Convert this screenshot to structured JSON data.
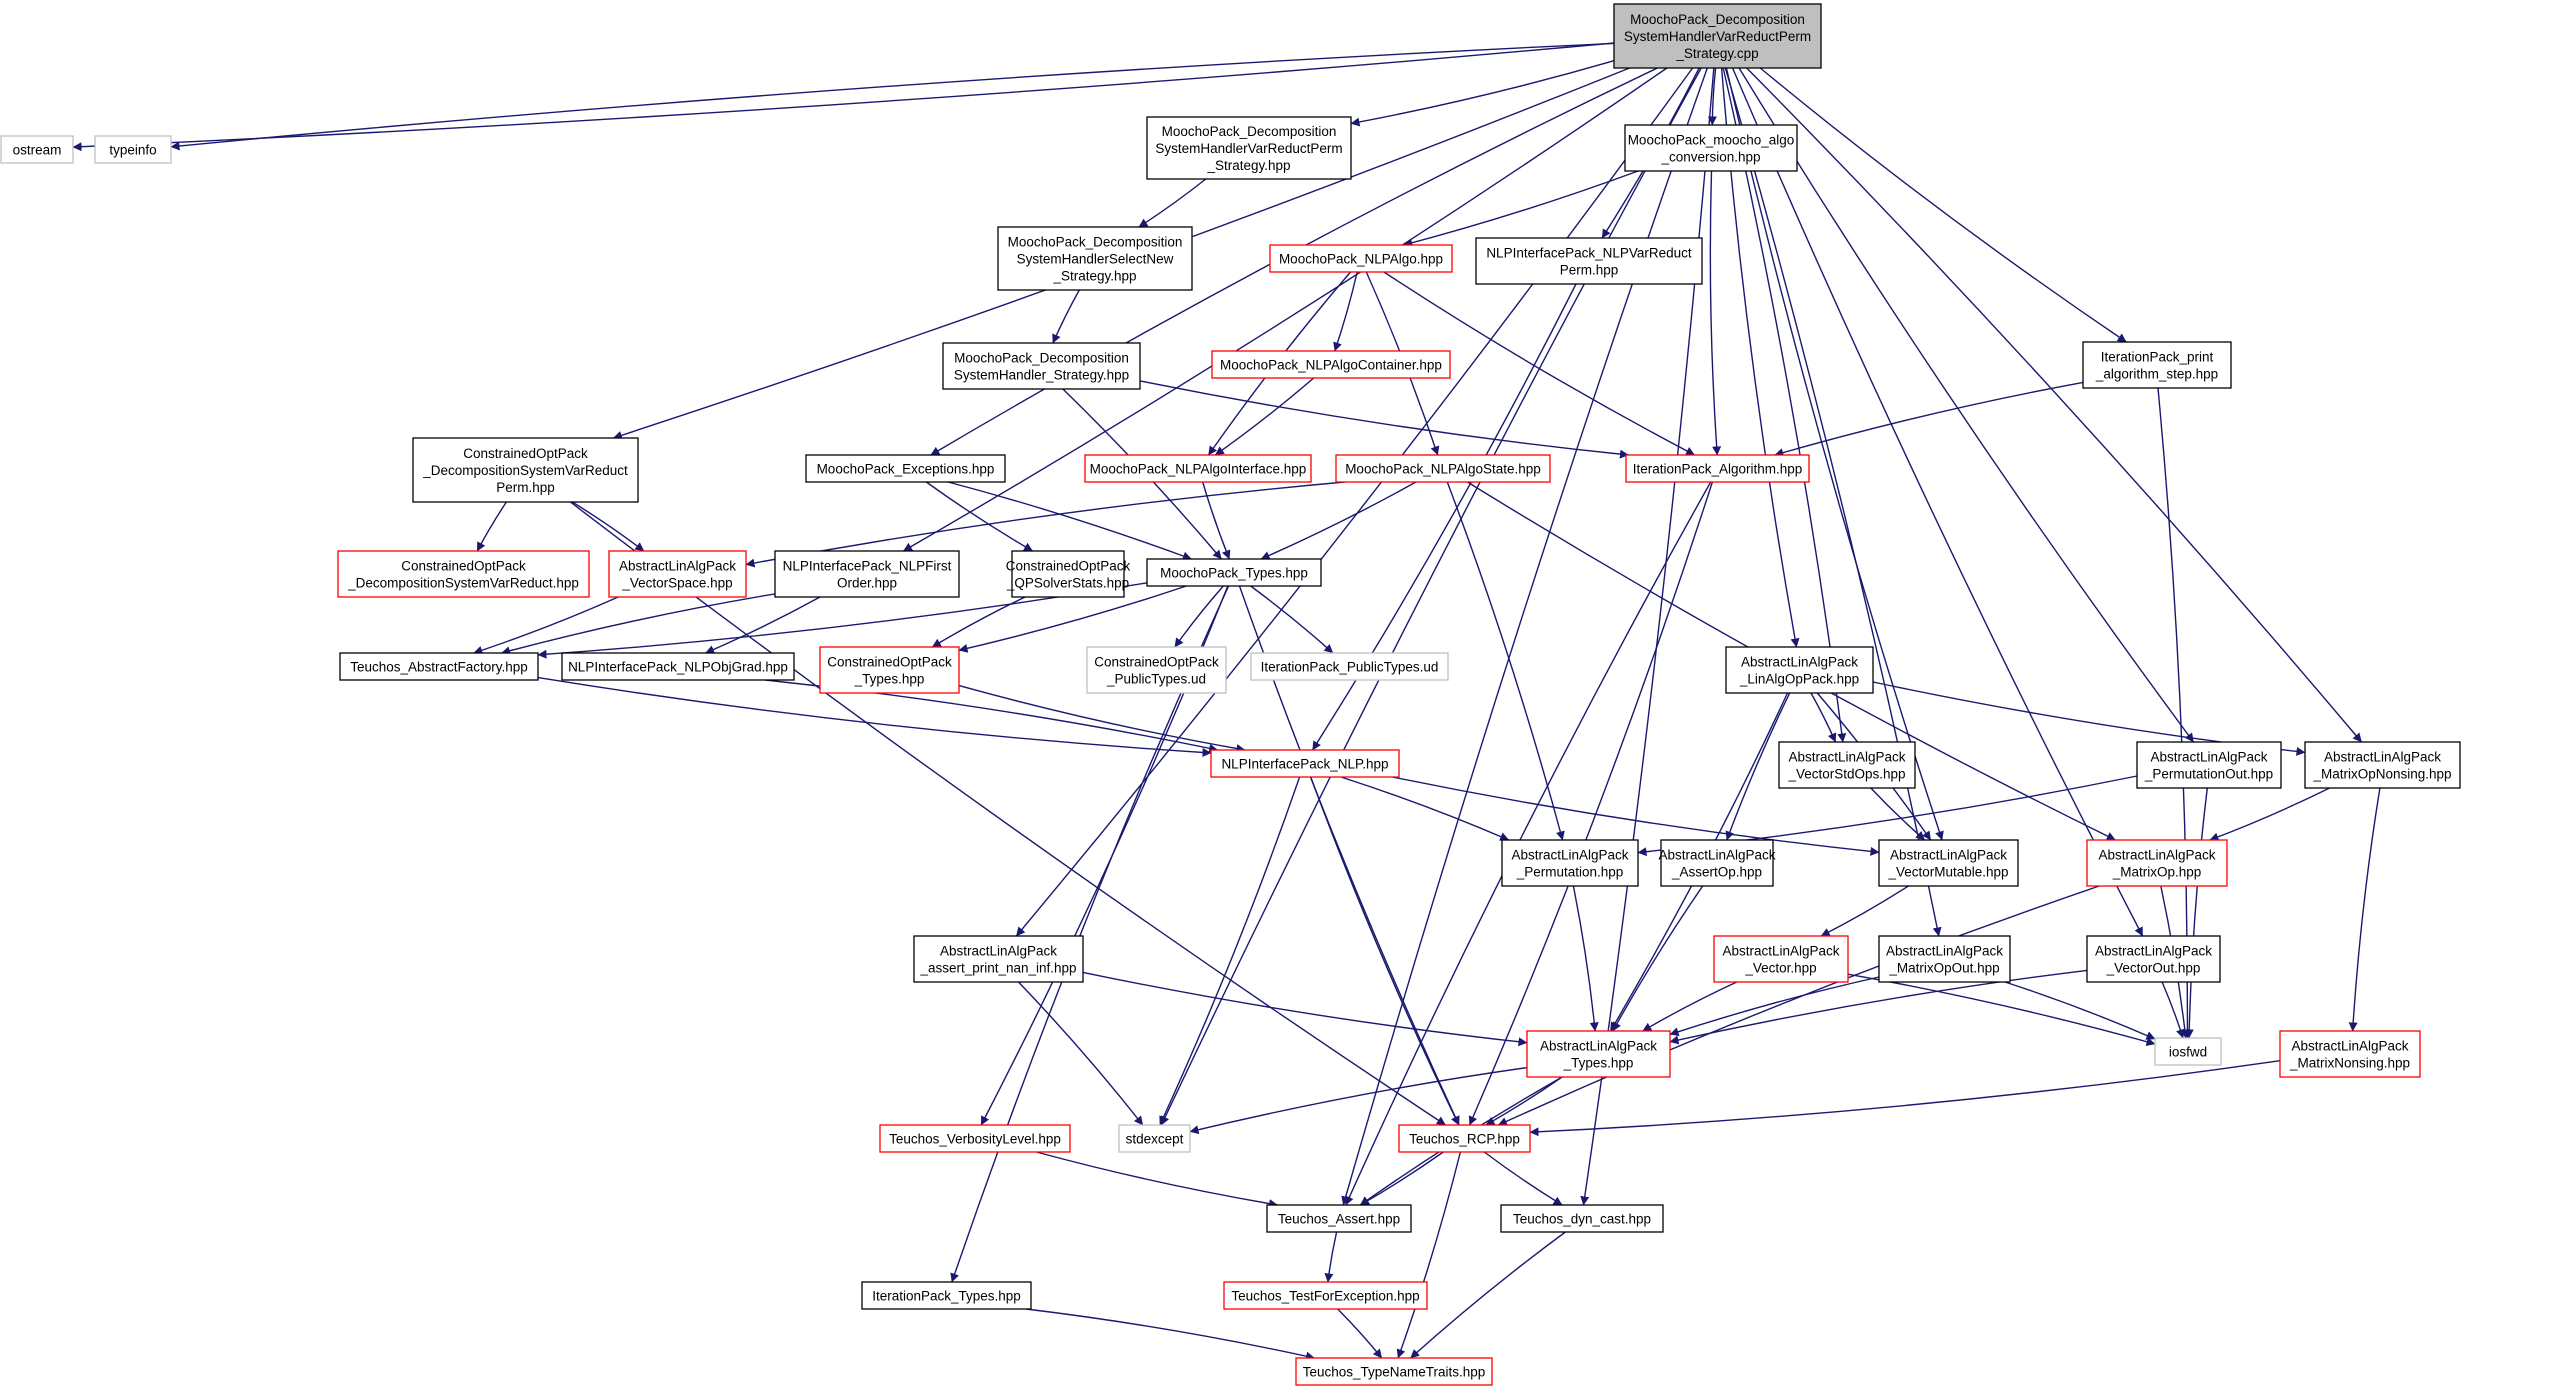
{
  "colors": {
    "edge": "#191970",
    "root_fill": "#bfbfbf",
    "normal_border": "#000000",
    "red_border": "#ff0000",
    "system_border": "#bfbfbf"
  },
  "nodes": {
    "root": {
      "lines": [
        "MoochoPack_Decomposition",
        "SystemHandlerVarReductPerm",
        "_Strategy.cpp"
      ],
      "style": "root"
    },
    "ostream": {
      "lines": [
        "ostream"
      ],
      "style": "system"
    },
    "typeinfo": {
      "lines": [
        "typeinfo"
      ],
      "style": "system"
    },
    "dsvrp_hpp": {
      "lines": [
        "MoochoPack_Decomposition",
        "SystemHandlerVarReductPerm",
        "_Strategy.hpp"
      ],
      "style": "normal"
    },
    "moocho_algo_conv": {
      "lines": [
        "MoochoPack_moocho_algo",
        "_conversion.hpp"
      ],
      "style": "normal"
    },
    "dshsn": {
      "lines": [
        "MoochoPack_Decomposition",
        "SystemHandlerSelectNew",
        "_Strategy.hpp"
      ],
      "style": "normal"
    },
    "nlpalgo": {
      "lines": [
        "MoochoPack_NLPAlgo.hpp"
      ],
      "style": "red"
    },
    "nlpvarreductperm": {
      "lines": [
        "NLPInterfacePack_NLPVarReduct",
        "Perm.hpp"
      ],
      "style": "normal"
    },
    "dsh_strategy": {
      "lines": [
        "MoochoPack_Decomposition",
        "SystemHandler_Strategy.hpp"
      ],
      "style": "normal"
    },
    "nlpalgocontainer": {
      "lines": [
        "MoochoPack_NLPAlgoContainer.hpp"
      ],
      "style": "red"
    },
    "print_algo_step": {
      "lines": [
        "IterationPack_print",
        "_algorithm_step.hpp"
      ],
      "style": "normal"
    },
    "cop_dsvr_perm": {
      "lines": [
        "ConstrainedOptPack",
        "_DecompositionSystemVarReduct",
        "Perm.hpp"
      ],
      "style": "normal"
    },
    "exceptions": {
      "lines": [
        "MoochoPack_Exceptions.hpp"
      ],
      "style": "normal"
    },
    "nlpalgointerface": {
      "lines": [
        "MoochoPack_NLPAlgoInterface.hpp"
      ],
      "style": "red"
    },
    "nlpalgostate": {
      "lines": [
        "MoochoPack_NLPAlgoState.hpp"
      ],
      "style": "red"
    },
    "iter_algorithm": {
      "lines": [
        "IterationPack_Algorithm.hpp"
      ],
      "style": "red"
    },
    "cop_dsvr": {
      "lines": [
        "ConstrainedOptPack",
        "_DecompositionSystemVarReduct.hpp"
      ],
      "style": "red"
    },
    "vectorspace": {
      "lines": [
        "AbstractLinAlgPack",
        "_VectorSpace.hpp"
      ],
      "style": "red"
    },
    "nlpfirstorder": {
      "lines": [
        "NLPInterfacePack_NLPFirst",
        "Order.hpp"
      ],
      "style": "normal"
    },
    "qpsolverstats": {
      "lines": [
        "ConstrainedOptPack",
        "_QPSolverStats.hpp"
      ],
      "style": "normal"
    },
    "moocho_types": {
      "lines": [
        "MoochoPack_Types.hpp"
      ],
      "style": "normal"
    },
    "abstractfactory": {
      "lines": [
        "Teuchos_AbstractFactory.hpp"
      ],
      "style": "normal"
    },
    "nlpobjgrad": {
      "lines": [
        "NLPInterfacePack_NLPObjGrad.hpp"
      ],
      "style": "normal"
    },
    "cop_types": {
      "lines": [
        "ConstrainedOptPack",
        "_Types.hpp"
      ],
      "style": "red"
    },
    "cop_public_types": {
      "lines": [
        "ConstrainedOptPack",
        "_PublicTypes.ud"
      ],
      "style": "system"
    },
    "iter_public_types": {
      "lines": [
        "IterationPack_PublicTypes.ud"
      ],
      "style": "system"
    },
    "linalgoppack": {
      "lines": [
        "AbstractLinAlgPack",
        "_LinAlgOpPack.hpp"
      ],
      "style": "normal"
    },
    "vectorstdops": {
      "lines": [
        "AbstractLinAlgPack",
        "_VectorStdOps.hpp"
      ],
      "style": "normal"
    },
    "nlp": {
      "lines": [
        "NLPInterfacePack_NLP.hpp"
      ],
      "style": "red"
    },
    "permutationout": {
      "lines": [
        "AbstractLinAlgPack",
        "_PermutationOut.hpp"
      ],
      "style": "normal"
    },
    "matrixopnonsing": {
      "lines": [
        "AbstractLinAlgPack",
        "_MatrixOpNonsing.hpp"
      ],
      "style": "normal"
    },
    "permutation": {
      "lines": [
        "AbstractLinAlgPack",
        "_Permutation.hpp"
      ],
      "style": "normal"
    },
    "assertop": {
      "lines": [
        "AbstractLinAlgPack",
        "_AssertOp.hpp"
      ],
      "style": "normal"
    },
    "vectormutable": {
      "lines": [
        "AbstractLinAlgPack",
        "_VectorMutable.hpp"
      ],
      "style": "normal"
    },
    "matrixop": {
      "lines": [
        "AbstractLinAlgPack",
        "_MatrixOp.hpp"
      ],
      "style": "red"
    },
    "assert_print_nan": {
      "lines": [
        "AbstractLinAlgPack",
        "_assert_print_nan_inf.hpp"
      ],
      "style": "normal"
    },
    "vector": {
      "lines": [
        "AbstractLinAlgPack",
        "_Vector.hpp"
      ],
      "style": "red"
    },
    "matrixopout": {
      "lines": [
        "AbstractLinAlgPack",
        "_MatrixOpOut.hpp"
      ],
      "style": "normal"
    },
    "vectorout": {
      "lines": [
        "AbstractLinAlgPack",
        "_VectorOut.hpp"
      ],
      "style": "normal"
    },
    "ala_types": {
      "lines": [
        "AbstractLinAlgPack",
        "_Types.hpp"
      ],
      "style": "red"
    },
    "iosfwd": {
      "lines": [
        "iosfwd"
      ],
      "style": "system"
    },
    "matrixnonsing": {
      "lines": [
        "AbstractLinAlgPack",
        "_MatrixNonsing.hpp"
      ],
      "style": "red"
    },
    "verbositylevel": {
      "lines": [
        "Teuchos_VerbosityLevel.hpp"
      ],
      "style": "red"
    },
    "stdexcept": {
      "lines": [
        "stdexcept"
      ],
      "style": "system"
    },
    "rcp": {
      "lines": [
        "Teuchos_RCP.hpp"
      ],
      "style": "red"
    },
    "teuchos_assert": {
      "lines": [
        "Teuchos_Assert.hpp"
      ],
      "style": "normal"
    },
    "dyn_cast": {
      "lines": [
        "Teuchos_dyn_cast.hpp"
      ],
      "style": "normal"
    },
    "testforexception": {
      "lines": [
        "Teuchos_TestForException.hpp"
      ],
      "style": "red"
    },
    "iter_types": {
      "lines": [
        "IterationPack_Types.hpp"
      ],
      "style": "normal"
    },
    "typenametraits": {
      "lines": [
        "Teuchos_TypeNameTraits.hpp"
      ],
      "style": "red"
    }
  },
  "edges": [
    [
      "root",
      "ostream"
    ],
    [
      "root",
      "typeinfo"
    ],
    [
      "root",
      "dsvrp_hpp"
    ],
    [
      "root",
      "moocho_algo_conv"
    ],
    [
      "root",
      "nlpvarreductperm"
    ],
    [
      "root",
      "print_algo_step"
    ],
    [
      "root",
      "cop_dsvr_perm"
    ],
    [
      "root",
      "exceptions"
    ],
    [
      "root",
      "nlpfirstorder"
    ],
    [
      "root",
      "linalgoppack"
    ],
    [
      "root",
      "vectorstdops"
    ],
    [
      "root",
      "vectormutable"
    ],
    [
      "root",
      "matrixopout"
    ],
    [
      "root",
      "permutationout"
    ],
    [
      "root",
      "matrixopnonsing"
    ],
    [
      "root",
      "vectorout"
    ],
    [
      "root",
      "dyn_cast"
    ],
    [
      "root",
      "teuchos_assert"
    ],
    [
      "root",
      "assert_print_nan"
    ],
    [
      "root",
      "stdexcept"
    ],
    [
      "dsvrp_hpp",
      "dshsn"
    ],
    [
      "dshsn",
      "dsh_strategy"
    ],
    [
      "dsh_strategy",
      "moocho_types"
    ],
    [
      "dsh_strategy",
      "iter_algorithm"
    ],
    [
      "moocho_algo_conv",
      "nlpalgo"
    ],
    [
      "moocho_algo_conv",
      "iter_algorithm"
    ],
    [
      "nlpalgo",
      "nlpalgocontainer"
    ],
    [
      "nlpalgo",
      "nlpalgointerface"
    ],
    [
      "nlpalgo",
      "nlpalgostate"
    ],
    [
      "nlpalgo",
      "iter_algorithm"
    ],
    [
      "nlpalgocontainer",
      "nlpalgointerface"
    ],
    [
      "nlpalgointerface",
      "moocho_types"
    ],
    [
      "nlpalgostate",
      "moocho_types"
    ],
    [
      "nlpalgostate",
      "vectorspace"
    ],
    [
      "nlpalgostate",
      "permutation"
    ],
    [
      "nlpalgostate",
      "matrixop"
    ],
    [
      "nlpvarreductperm",
      "nlp"
    ],
    [
      "print_algo_step",
      "iter_algorithm"
    ],
    [
      "print_algo_step",
      "iosfwd"
    ],
    [
      "iter_algorithm",
      "teuchos_assert"
    ],
    [
      "iter_algorithm",
      "rcp"
    ],
    [
      "cop_dsvr_perm",
      "cop_dsvr"
    ],
    [
      "cop_dsvr_perm",
      "vectorspace"
    ],
    [
      "cop_dsvr_perm",
      "rcp"
    ],
    [
      "exceptions",
      "moocho_types"
    ],
    [
      "exceptions",
      "qpsolverstats"
    ],
    [
      "vectorspace",
      "abstractfactory"
    ],
    [
      "nlpfirstorder",
      "abstractfactory"
    ],
    [
      "nlpfirstorder",
      "nlpobjgrad"
    ],
    [
      "qpsolverstats",
      "cop_types"
    ],
    [
      "moocho_types",
      "cop_types"
    ],
    [
      "moocho_types",
      "cop_public_types"
    ],
    [
      "moocho_types",
      "iter_public_types"
    ],
    [
      "moocho_types",
      "rcp"
    ],
    [
      "moocho_types",
      "verbositylevel"
    ],
    [
      "moocho_types",
      "iter_types"
    ],
    [
      "moocho_types",
      "abstractfactory"
    ],
    [
      "abstractfactory",
      "nlp"
    ],
    [
      "nlpobjgrad",
      "nlp"
    ],
    [
      "cop_types",
      "nlp"
    ],
    [
      "nlp",
      "stdexcept"
    ],
    [
      "nlp",
      "rcp"
    ],
    [
      "nlp",
      "permutation"
    ],
    [
      "nlp",
      "vectormutable"
    ],
    [
      "linalgoppack",
      "vectorstdops"
    ],
    [
      "linalgoppack",
      "assertop"
    ],
    [
      "linalgoppack",
      "vectormutable"
    ],
    [
      "linalgoppack",
      "matrixopnonsing"
    ],
    [
      "linalgoppack",
      "ala_types"
    ],
    [
      "vectorstdops",
      "vectormutable"
    ],
    [
      "permutationout",
      "permutation"
    ],
    [
      "permutationout",
      "iosfwd"
    ],
    [
      "matrixopnonsing",
      "matrixop"
    ],
    [
      "matrixopnonsing",
      "matrixnonsing"
    ],
    [
      "permutation",
      "ala_types"
    ],
    [
      "assertop",
      "ala_types"
    ],
    [
      "vectormutable",
      "vector"
    ],
    [
      "matrixop",
      "rcp"
    ],
    [
      "matrixop",
      "iosfwd"
    ],
    [
      "assert_print_nan",
      "ala_types"
    ],
    [
      "assert_print_nan",
      "stdexcept"
    ],
    [
      "vector",
      "ala_types"
    ],
    [
      "vector",
      "iosfwd"
    ],
    [
      "matrixopout",
      "ala_types"
    ],
    [
      "matrixopout",
      "iosfwd"
    ],
    [
      "vectorout",
      "ala_types"
    ],
    [
      "vectorout",
      "iosfwd"
    ],
    [
      "ala_types",
      "stdexcept"
    ],
    [
      "ala_types",
      "rcp"
    ],
    [
      "ala_types",
      "teuchos_assert"
    ],
    [
      "matrixnonsing",
      "rcp"
    ],
    [
      "verbositylevel",
      "teuchos_assert"
    ],
    [
      "rcp",
      "teuchos_assert"
    ],
    [
      "rcp",
      "dyn_cast"
    ],
    [
      "rcp",
      "typenametraits"
    ],
    [
      "teuchos_assert",
      "testforexception"
    ],
    [
      "testforexception",
      "typenametraits"
    ],
    [
      "dyn_cast",
      "typenametraits"
    ],
    [
      "iter_types",
      "typenametraits"
    ]
  ]
}
